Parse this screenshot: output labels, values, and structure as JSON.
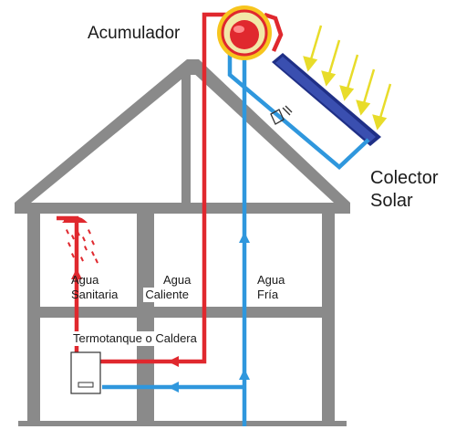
{
  "labels": {
    "accumulator": "Acumulador",
    "collector_line1": "Colector",
    "collector_line2": "Solar",
    "sanitary_line1": "Agua",
    "sanitary_line2": "Sanitaria",
    "hot_line1": "Agua",
    "hot_line2": "Caliente",
    "cold_line1": "Agua",
    "cold_line2": "Fría",
    "heater": "Termotanque o Caldera"
  },
  "colors": {
    "house": "#8a8a8a",
    "house_dark": "#6e6e6e",
    "hot_water": "#e0282e",
    "cold_water": "#2f97dd",
    "panel": "#1f2f86",
    "sun_rays": "#e8dc2a",
    "tank_halo": "#f7c51e"
  },
  "icons": [
    "shower-icon",
    "sun-rays-icon",
    "flow-direction-arrow-icon"
  ]
}
